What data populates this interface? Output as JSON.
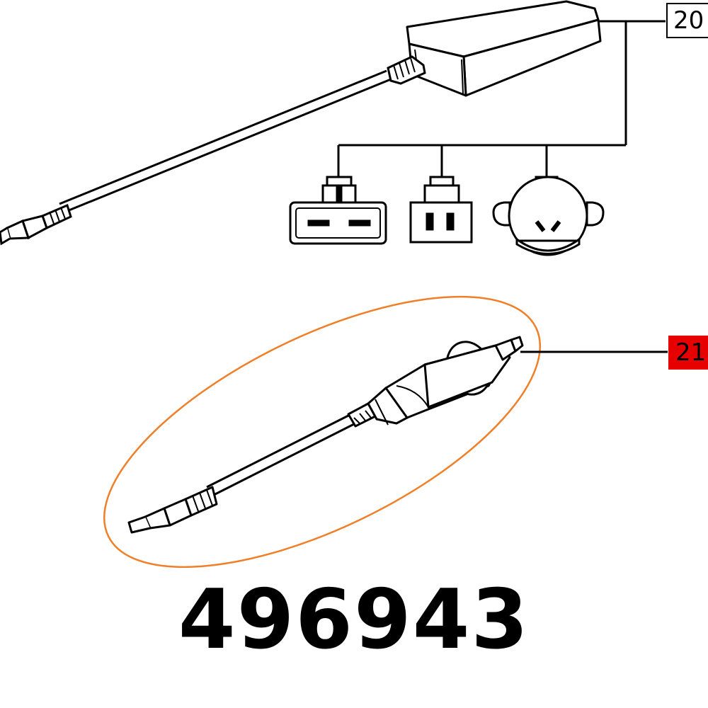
{
  "callouts": [
    {
      "label": "20",
      "highlighted": false
    },
    {
      "label": "21",
      "highlighted": true
    }
  ],
  "part_number": "496943",
  "colors": {
    "line": "#000000",
    "highlight_box": "#e60000",
    "selection_ring": "#f07f2a",
    "background": "#ffffff"
  }
}
